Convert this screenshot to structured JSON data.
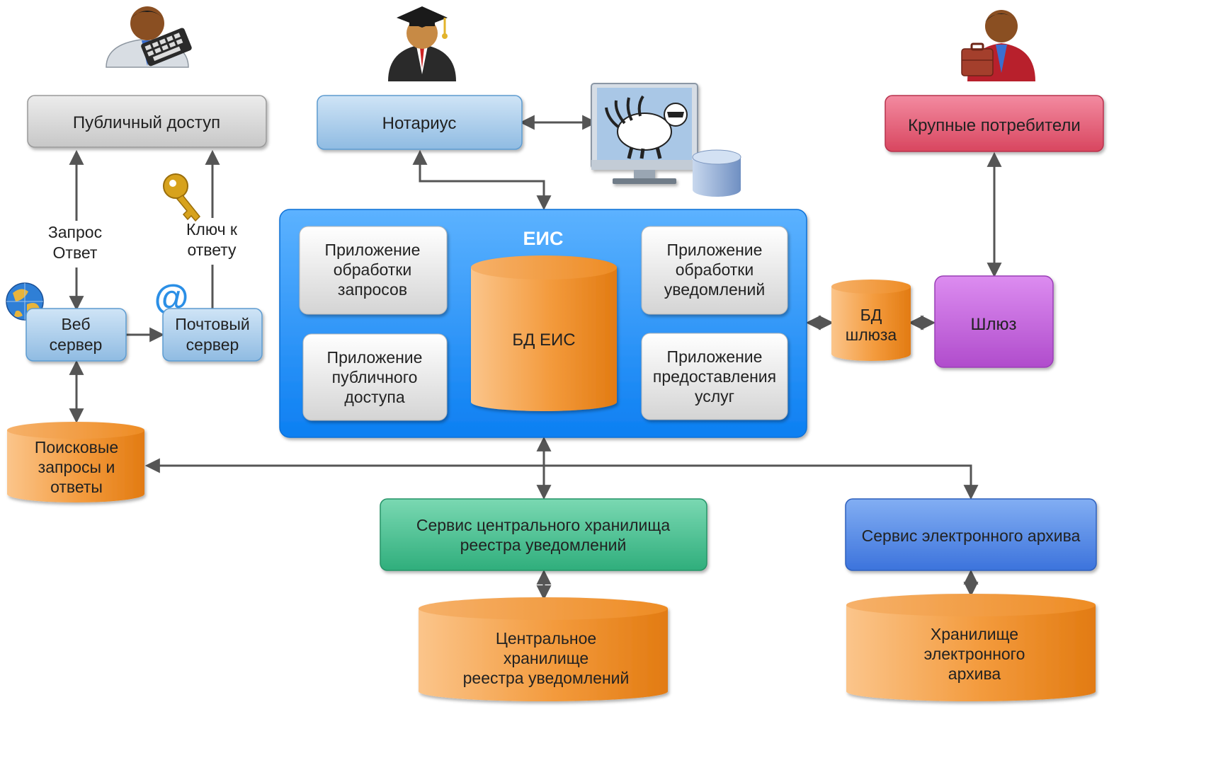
{
  "public_access": {
    "label": "Публичный доступ"
  },
  "notary": {
    "label": "Нотариус"
  },
  "large_consumers": {
    "label": "Крупные потребители"
  },
  "request_arrow_label": {
    "line1": "Запрос",
    "line2": "Ответ"
  },
  "key_arrow_label": {
    "line1": "Ключ к",
    "line2": "ответу"
  },
  "web_server": {
    "line1": "Веб",
    "line2": "сервер"
  },
  "mail_server": {
    "line1": "Почтовый",
    "line2": "сервер"
  },
  "search_db": {
    "line1": "Поисковые",
    "line2": "запросы и",
    "line3": "ответы"
  },
  "eis": {
    "title": "ЕИС",
    "db": "БД ЕИС",
    "app_requests": {
      "line1": "Приложение",
      "line2": "обработки",
      "line3": "запросов"
    },
    "app_public": {
      "line1": "Приложение",
      "line2": "публичного",
      "line3": "доступа"
    },
    "app_notifications": {
      "line1": "Приложение",
      "line2": "обработки",
      "line3": "уведомлений"
    },
    "app_services": {
      "line1": "Приложение",
      "line2": "предоставления",
      "line3": "услуг"
    }
  },
  "gateway_db": {
    "line1": "БД",
    "line2": "шлюза"
  },
  "gateway": {
    "label": "Шлюз"
  },
  "central_service": {
    "line1": "Сервис центрального хранилища",
    "line2": "реестра уведомлений"
  },
  "archive_service": {
    "label": "Сервис электронного архива"
  },
  "central_storage": {
    "line1": "Центральное",
    "line2": "хранилище",
    "line3": "реестра уведомлений"
  },
  "archive_storage": {
    "line1": "Хранилище",
    "line2": "электронного",
    "line3": "архива"
  },
  "colors": {
    "gray_box": "#dcdcdc",
    "blue_box": "#b5d3ee",
    "pink_box": "#e8657f",
    "eis_blue": "#1c8ef9",
    "cylinder_orange": "#f29a3a",
    "gateway_purple": "#c26ad8",
    "green_box": "#4ec497",
    "archive_blue": "#4f87e6"
  }
}
